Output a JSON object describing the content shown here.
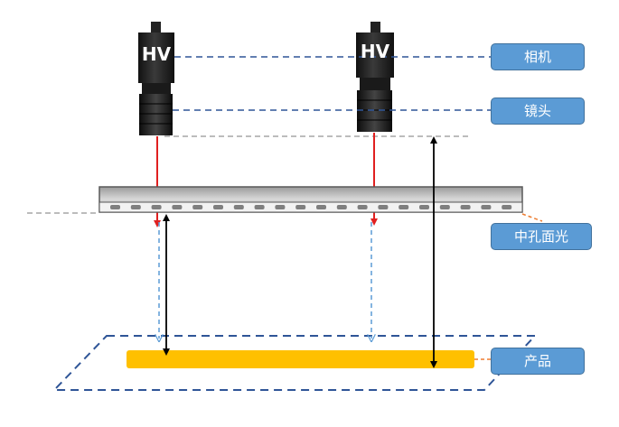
{
  "camera_brand": "HV",
  "labels": {
    "camera": "相机",
    "lens": "镜头",
    "light": "中孔面光",
    "product": "产品"
  },
  "colors": {
    "label_fill": "#5b9bd5",
    "camera_body": "#1a1a1a",
    "product_bar": "#ffc000",
    "red_ray": "#e02020",
    "dashed_blue": "#2f5597",
    "light_arrow": "#5b9bd5",
    "light_frame": "#7f7f7f"
  }
}
